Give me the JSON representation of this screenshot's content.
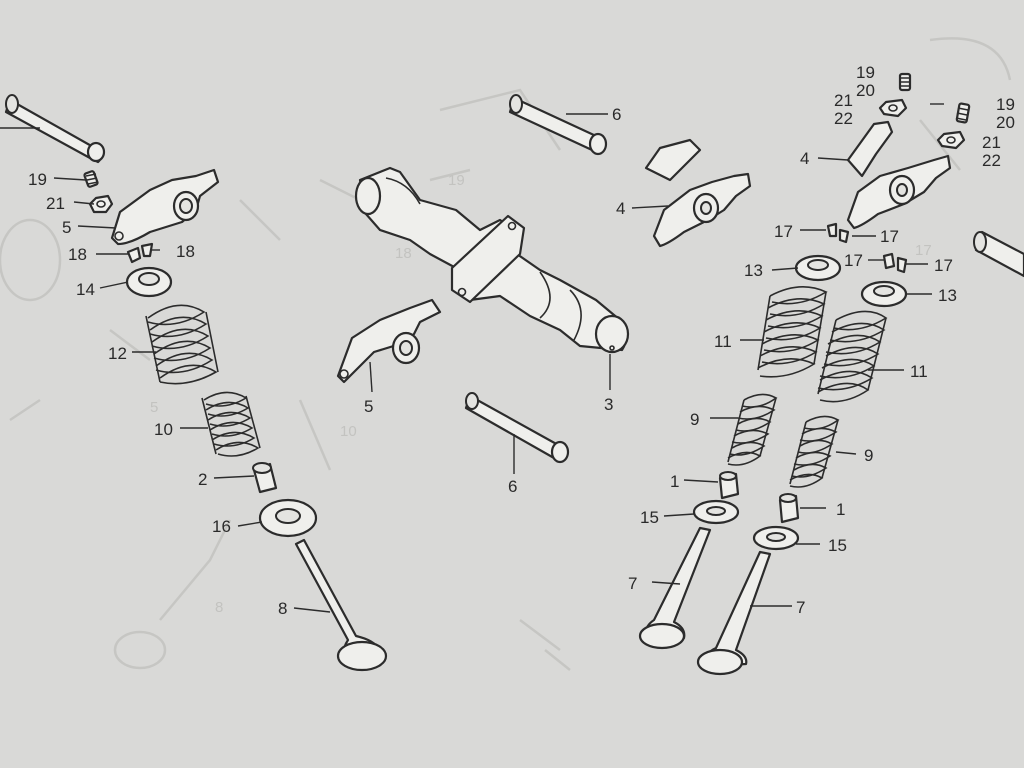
{
  "labels": [
    {
      "id": "l19a",
      "text": "19"
    },
    {
      "id": "l21a",
      "text": "21"
    },
    {
      "id": "l5a",
      "text": "5"
    },
    {
      "id": "l18a",
      "text": "18"
    },
    {
      "id": "l18b",
      "text": "18"
    },
    {
      "id": "l14",
      "text": "14"
    },
    {
      "id": "l12",
      "text": "12"
    },
    {
      "id": "l10",
      "text": "10"
    },
    {
      "id": "l2",
      "text": "2"
    },
    {
      "id": "l16",
      "text": "16"
    },
    {
      "id": "l8",
      "text": "8"
    },
    {
      "id": "l5b",
      "text": "5"
    },
    {
      "id": "l6a",
      "text": "6"
    },
    {
      "id": "l3",
      "text": "3"
    },
    {
      "id": "l6b",
      "text": "6"
    },
    {
      "id": "l4a",
      "text": "4"
    },
    {
      "id": "l19b",
      "text": "19"
    },
    {
      "id": "l20b",
      "text": "20"
    },
    {
      "id": "l21b",
      "text": "21"
    },
    {
      "id": "l22b",
      "text": "22"
    },
    {
      "id": "l19c",
      "text": "19"
    },
    {
      "id": "l20c",
      "text": "20"
    },
    {
      "id": "l21c",
      "text": "21"
    },
    {
      "id": "l22c",
      "text": "22"
    },
    {
      "id": "l4b",
      "text": "4"
    },
    {
      "id": "l17a",
      "text": "17"
    },
    {
      "id": "l17b",
      "text": "17"
    },
    {
      "id": "l17c",
      "text": "17"
    },
    {
      "id": "l17d",
      "text": "17"
    },
    {
      "id": "l13a",
      "text": "13"
    },
    {
      "id": "l13b",
      "text": "13"
    },
    {
      "id": "l11a",
      "text": "11"
    },
    {
      "id": "l11b",
      "text": "11"
    },
    {
      "id": "l9a",
      "text": "9"
    },
    {
      "id": "l9b",
      "text": "9"
    },
    {
      "id": "l1a",
      "text": "1"
    },
    {
      "id": "l1b",
      "text": "1"
    },
    {
      "id": "l15a",
      "text": "15"
    },
    {
      "id": "l15b",
      "text": "15"
    },
    {
      "id": "l7a",
      "text": "7"
    },
    {
      "id": "l7b",
      "text": "7"
    }
  ],
  "colors": {
    "paper": "#d9d9d7",
    "ink": "#2c2c2c",
    "part_fill": "#efefec"
  }
}
